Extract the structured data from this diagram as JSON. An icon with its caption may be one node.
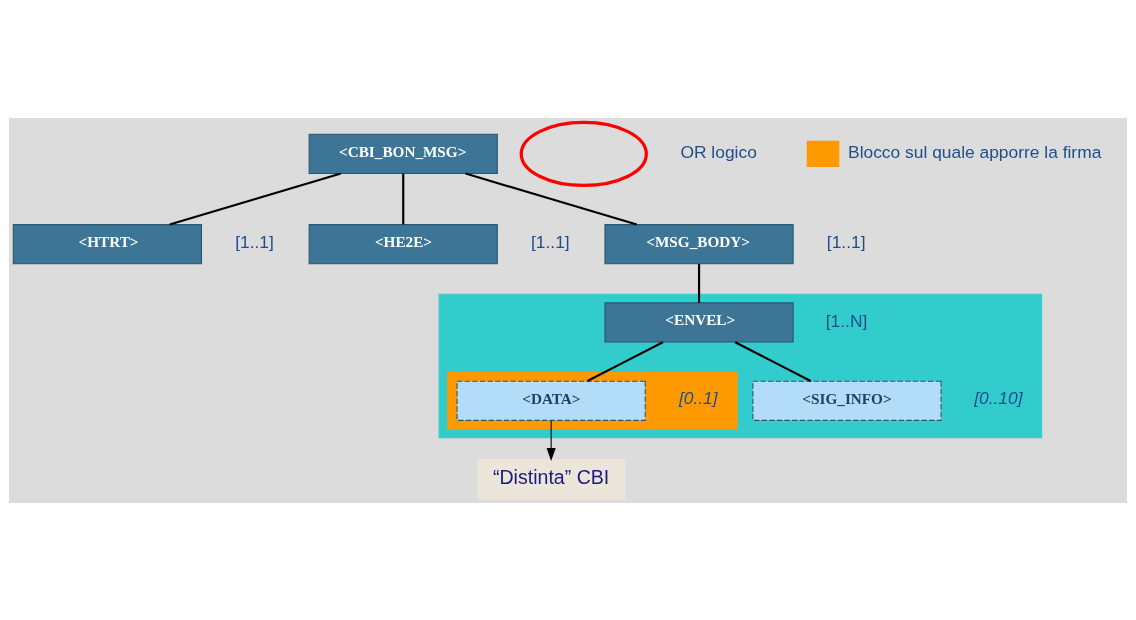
{
  "diagram": {
    "nodes": [
      {
        "text": [
          "<CBI_BON_MSG>"
        ]
      },
      {
        "text": [
          "<HTRT>"
        ],
        "beside": [
          "[1..1]"
        ]
      },
      {
        "text": [
          "<HE2E>"
        ],
        "beside": [
          "[1..1]"
        ]
      },
      {
        "text": [
          "<MSG_BODY>"
        ],
        "beside": [
          "[1..1]"
        ]
      },
      {
        "text": [],
        "shape": "box"
      },
      {
        "text": [
          "<ENVEL>"
        ],
        "in": 4,
        "beside": [
          "[1..N]"
        ]
      },
      {
        "text": [],
        "shape": "box",
        "in": 4
      },
      {
        "text": [
          "<DATA>"
        ],
        "in": 6,
        "beside": [
          "[0..1]"
        ]
      },
      {
        "text": [
          "<SIG_INFO>"
        ],
        "in": 4,
        "beside": [
          "[0..10]"
        ]
      },
      {
        "text": [
          "“Distinta” CBI"
        ]
      },
      {
        "text": [],
        "shape": "ellipse"
      }
    ],
    "edges": [
      {
        "from": 0,
        "to": 1,
        "arrow": "none"
      },
      {
        "from": 0,
        "to": 2,
        "arrow": "none"
      },
      {
        "from": 0,
        "to": 3,
        "arrow": "none"
      },
      {
        "from": 3,
        "to": 5,
        "arrow": "none"
      },
      {
        "from": 5,
        "to": 7,
        "arrow": "none"
      },
      {
        "from": 5,
        "to": 8,
        "arrow": "none"
      },
      {
        "from": 7,
        "to": 9,
        "arrow": "to"
      }
    ],
    "labels": [
      "OR logico"
    ],
    "legend": [
      {
        "text": "Blocco sul quale apporre la firma",
        "color": "#ff9900"
      }
    ]
  }
}
